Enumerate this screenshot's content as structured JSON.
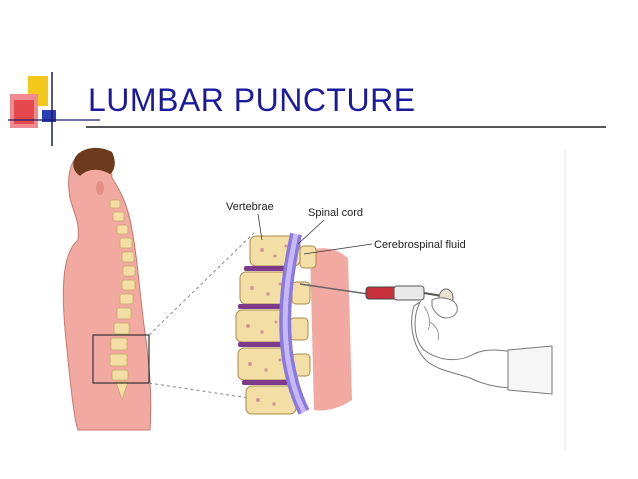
{
  "slide": {
    "title": "LUMBAR PUNCTURE"
  },
  "illustration": {
    "labels": {
      "vertebrae": "Vertebrae",
      "spinal_cord": "Spinal cord",
      "csf": "Cerebrospinal fluid"
    }
  },
  "colors": {
    "title": "#1a1a9c",
    "accent_yellow": "#f4c81b",
    "accent_red": "#e5494e",
    "accent_blue": "#2b3fb5",
    "skin": "#f2a9a2",
    "bone": "#f3dfa6",
    "cord": "#b9a9f0",
    "syringe_red": "#c8313c"
  }
}
